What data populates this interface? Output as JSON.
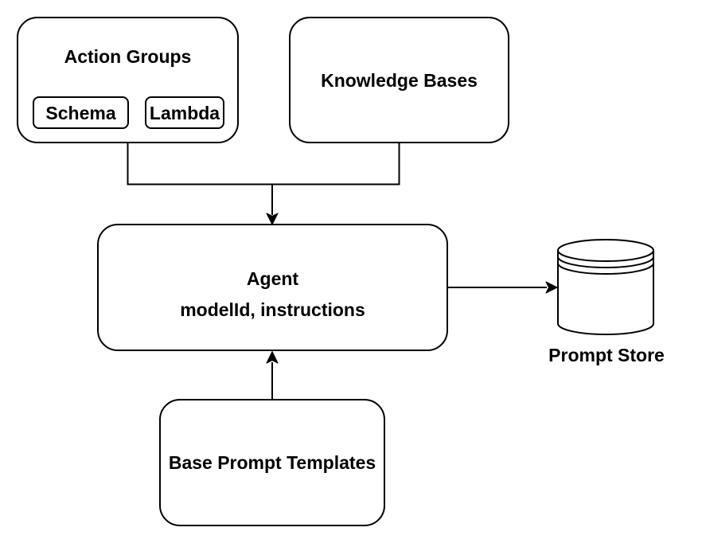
{
  "diagram": {
    "background_color": "#ffffff",
    "stroke_color": "#000000",
    "text_color": "#000000",
    "nodes": {
      "action_groups": {
        "label": "Action Groups",
        "schema_label": "Schema",
        "lambda_label": "Lambda"
      },
      "knowledge_bases": {
        "label": "Knowledge Bases"
      },
      "agent": {
        "title": "Agent",
        "subtitle": "modelId, instructions"
      },
      "base_prompt_templates": {
        "label": "Base Prompt Templates"
      },
      "prompt_store": {
        "label": "Prompt Store",
        "icon": "database-cylinder-icon"
      }
    },
    "edges": [
      {
        "from": "action_groups",
        "to": "agent",
        "style": "arrow",
        "direction": "down"
      },
      {
        "from": "knowledge_bases",
        "to": "agent",
        "style": "arrow",
        "direction": "down"
      },
      {
        "from": "agent",
        "to": "prompt_store",
        "style": "arrow",
        "direction": "right"
      },
      {
        "from": "base_prompt_templates",
        "to": "agent",
        "style": "arrow",
        "direction": "up"
      }
    ]
  }
}
